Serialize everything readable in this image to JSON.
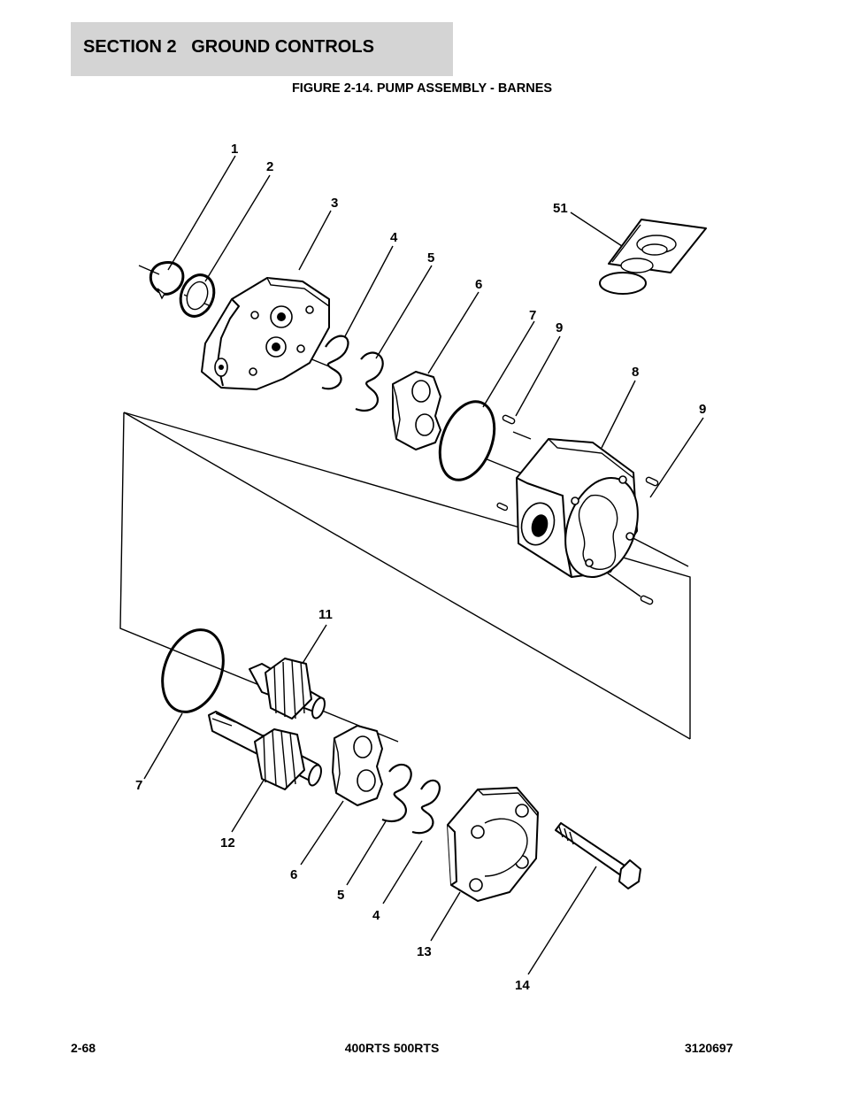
{
  "header": {
    "section": "SECTION 2   GROUND CONTROLS"
  },
  "figure": {
    "title": "FIGURE 2-14. PUMP ASSEMBLY - BARNES"
  },
  "callouts": {
    "c1": "1",
    "c2": "2",
    "c3": "3",
    "c4a": "4",
    "c5a": "5",
    "c6a": "6",
    "c7a": "7",
    "c9a": "9",
    "c8": "8",
    "c9b": "9",
    "c51": "51",
    "c11": "11",
    "c7b": "7",
    "c12": "12",
    "c6b": "6",
    "c5b": "5",
    "c4b": "4",
    "c13": "13",
    "c14": "14"
  },
  "footer": {
    "page": "2-68",
    "model": "400RTS 500RTS",
    "doc": "3120697"
  }
}
